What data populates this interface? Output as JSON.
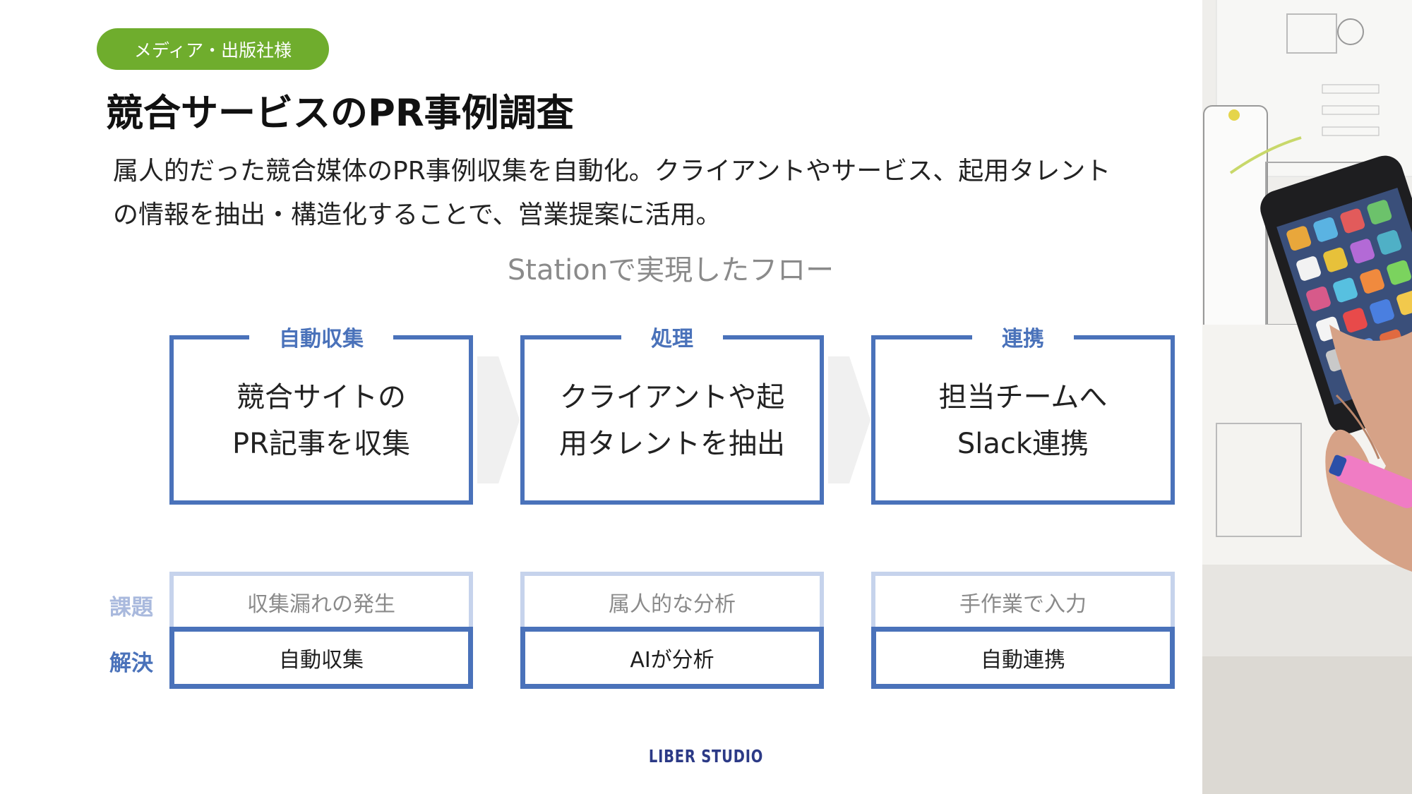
{
  "tag": "メディア・出版社様",
  "title": "競合サービスのPR事例調査",
  "description": {
    "line1": "属人的だった競合媒体のPR事例収集を自動化。クライアントやサービス、起用タレント",
    "line2": "の情報を抽出・構造化することで、営業提案に活用。"
  },
  "flow_title": "Stationで実現したフロー",
  "steps": [
    {
      "label": "自動収集",
      "line1": "競合サイトの",
      "line2": "PR記事を収集",
      "issue": "収集漏れの発生",
      "solution": "自動収集"
    },
    {
      "label": "処理",
      "line1": "クライアントや起",
      "line2": "用タレントを抽出",
      "issue": "属人的な分析",
      "solution": "AIが分析"
    },
    {
      "label": "連携",
      "line1": "担当チームへ",
      "line2": "Slack連携",
      "issue": "手作業で入力",
      "solution": "自動連携"
    }
  ],
  "row_labels": {
    "issue": "課題",
    "solution": "解決"
  },
  "footer_logo": "LIBER STUDIO",
  "colors": {
    "accent": "#4a72ba",
    "tag": "#6fad2d",
    "issue_border": "#c6d3ec",
    "logo": "#2c3a86"
  }
}
